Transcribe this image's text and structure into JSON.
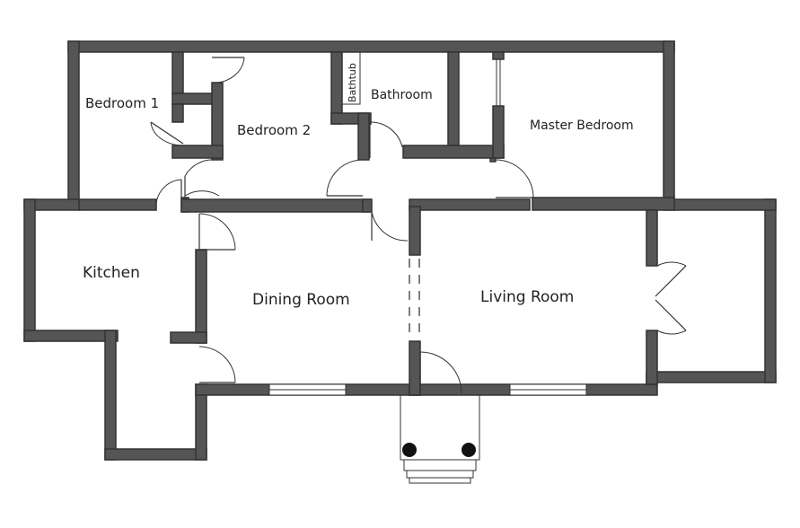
{
  "rooms": {
    "bedroom1": "Bedroom 1",
    "bedroom2": "Bedroom 2",
    "bathtub": "Bathtub",
    "bathroom": "Bathroom",
    "master_bedroom": "Master Bedroom",
    "kitchen": "Kitchen",
    "dining_room": "Dining Room",
    "living_room": "Living Room"
  }
}
